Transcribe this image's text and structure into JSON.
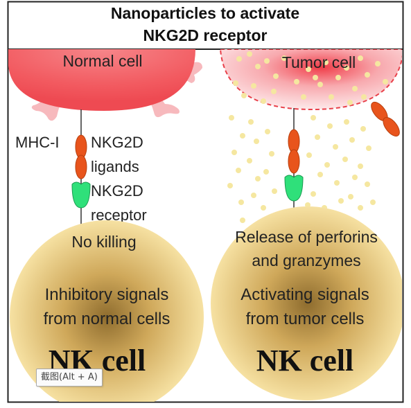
{
  "figure": {
    "title_line1": "Nanoparticles to activate",
    "title_line2": "NKG2D receptor"
  },
  "left": {
    "top_cell_label": "Normal cell",
    "mhc_label": "MHC-I",
    "ligand_label_1": "NKG2D",
    "ligand_label_2": "ligands",
    "receptor_label_1": "NKG2D",
    "receptor_label_2": "receptor",
    "outcome": "No killing",
    "signal_line1": "Inhibitory signals",
    "signal_line2": "from normal cells",
    "nk_label": "NK cell"
  },
  "right": {
    "top_cell_label": "Tumor cell",
    "release_line1": "Release of perforins",
    "release_line2": "and granzymes",
    "signal_line1": "Activating signals",
    "signal_line2": "from tumor cells",
    "nk_label": "NK cell"
  },
  "tooltip": {
    "text": "截图(Alt + A)"
  },
  "colors": {
    "normal_cell": "#f2555a",
    "tumor_cell_edge": "#e8404a",
    "ligand": "#e8541c",
    "receptor": "#2fe07a",
    "nk_cell_center": "#9a7a3a",
    "nk_cell_edge": "#f2d68c",
    "particles": "#f5e7a0"
  },
  "icons": [
    "magnifier-zoom-icon"
  ]
}
